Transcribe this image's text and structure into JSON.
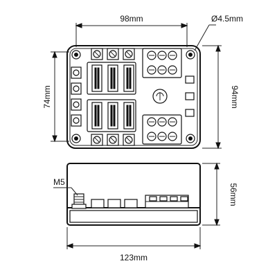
{
  "dimensions": {
    "top_width": "98mm",
    "hole_diameter": "Ø4.5mm",
    "inner_height": "74mm",
    "outer_height": "94mm",
    "thread": "M5",
    "side_height": "56mm",
    "overall_length": "123mm"
  }
}
